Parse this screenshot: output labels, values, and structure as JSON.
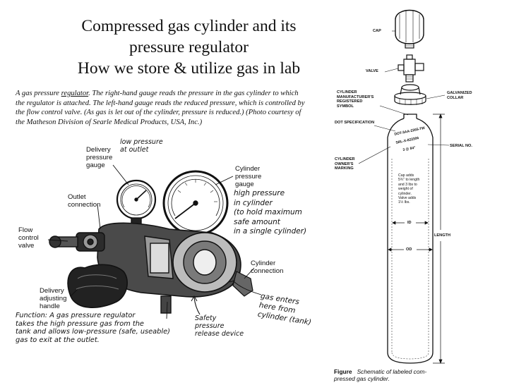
{
  "title": {
    "line1": "Compressed gas cylinder and its",
    "line2": "pressure regulator",
    "line3": "How we store & utilize gas in lab"
  },
  "caption": {
    "lead": "A gas pressure ",
    "underlined": "regulator",
    "rest": ". The right-hand gauge reads the pressure in the gas cylinder to which the regulator is attached. The left-hand gauge reads the reduced pressure, which is controlled by the flow control valve. (As gas is let out of the cylinder, pressure is reduced.) (Photo courtesy of the Matheson Division of Searle Medical Products, USA, Inc.)"
  },
  "regulator_labels": {
    "delivery_gauge": "Delivery\npressure\ngauge",
    "cylinder_gauge": "Cylinder\npressure\ngauge",
    "outlet": "Outlet\nconnection",
    "flow_valve": "Flow\ncontrol\nvalve",
    "cylinder_connection": "Cylinder\nconnection",
    "delivery_handle": "Delivery\nadjusting\nhandle"
  },
  "handwritten": {
    "low_pressure": "low pressure\nat outlet",
    "high_pressure": "high pressure\nin cylinder\n(to hold maximum\nsafe amount\nin a single cylinder)",
    "function": "Function: A gas pressure regulator\ntakes the high pressure gas from the\ntank and allows low-pressure (safe, useable)\ngas to exit at the outlet.",
    "safety": "Safety\npressure\nrelease device",
    "gas_enters": "gas enters\nhere from\ncylinder (tank)"
  },
  "cylinder_labels": {
    "cap": "CAP",
    "valve": "VALVE",
    "galvanized": "GALVANIZED\nCOLLAR",
    "manufacturer": "CYLINDER\nMANUFACTURER'S\nREGISTERED\nSYMBOL",
    "dot": "DOT SPECIFICATION",
    "serial": "SERIAL NO.",
    "owner": "CYLINDER\nOWNER'S\nMARKING",
    "length": "LENGTH",
    "stamp1": "DOT-3AA-2265-TW",
    "stamp2": "SRL-X-822306",
    "stamp3": "3 @ 84\"",
    "note": "Cap adds\n5¾\" to length\nand 3 lbs to\nweight of\ncylinder.\nValve adds\n1½ lbs.",
    "id": "ID",
    "od": "OD"
  },
  "figure_caption": {
    "label": "Figure",
    "text": "Schematic of labeled com-\npressed gas cylinder."
  }
}
